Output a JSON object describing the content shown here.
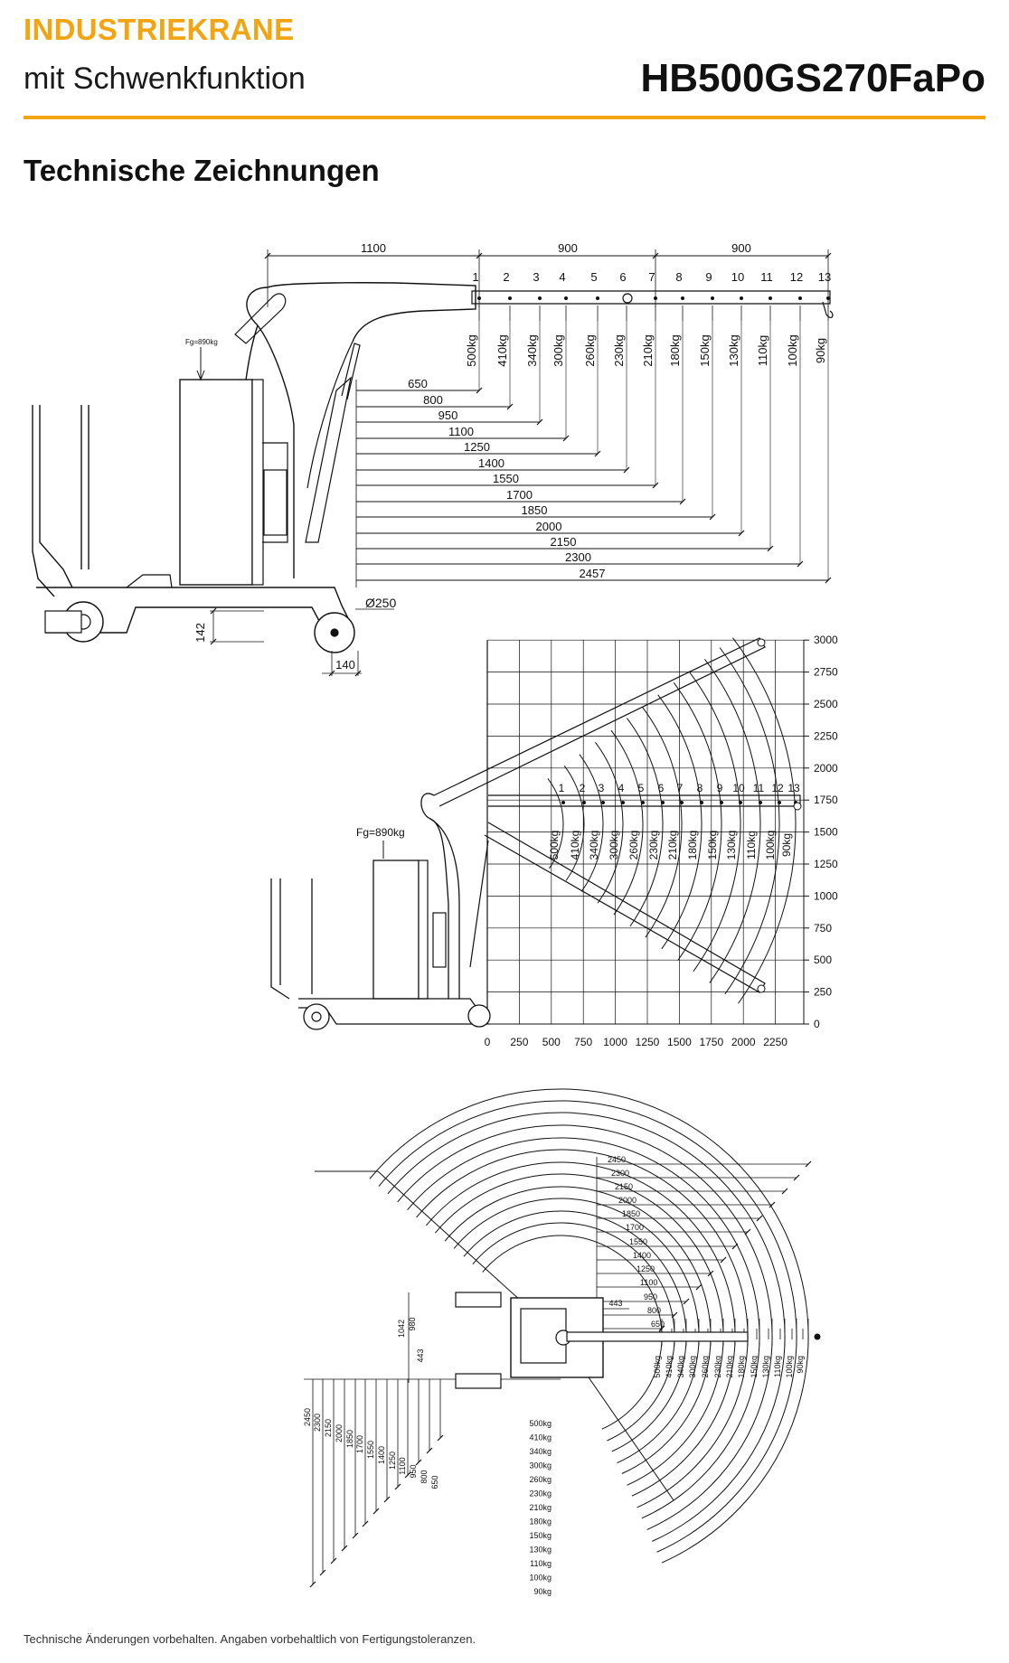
{
  "header": {
    "category": "INDUSTRIEKRANE",
    "subtitle": "mit Schwenkfunktion",
    "model": "HB500GS270FaPo",
    "accent_color": "#f2a413"
  },
  "section_title": "Technische Zeichnungen",
  "footer": "Technische Änderungen vorbehalten. Angaben vorbehaltlich von Fertigungstoleranzen.",
  "side_view": {
    "top_dims": [
      "1100",
      "900",
      "900"
    ],
    "positions": [
      "1",
      "2",
      "3",
      "4",
      "5",
      "6",
      "7",
      "8",
      "9",
      "10",
      "11",
      "12",
      "13"
    ],
    "loads": [
      "500kg",
      "410kg",
      "340kg",
      "300kg",
      "260kg",
      "230kg",
      "210kg",
      "180kg",
      "150kg",
      "130kg",
      "110kg",
      "100kg",
      "90kg"
    ],
    "reach": [
      "650",
      "800",
      "950",
      "1100",
      "1250",
      "1400",
      "1550",
      "1700",
      "1850",
      "2000",
      "2150",
      "2300",
      "2457"
    ],
    "weight_label": "Fg=890kg",
    "wheel_label": "Ø250",
    "dim_142": "142",
    "dim_140": "140"
  },
  "range_chart": {
    "y_ticks": [
      "0",
      "250",
      "500",
      "750",
      "1000",
      "1250",
      "1500",
      "1750",
      "2000",
      "2250",
      "2500",
      "2750",
      "3000"
    ],
    "x_ticks": [
      "0",
      "250",
      "500",
      "750",
      "1000",
      "1250",
      "1500",
      "1750",
      "2000",
      "2250"
    ],
    "weight_label": "Fg=890kg"
  },
  "top_view": {
    "radii": [
      "2450",
      "2300",
      "2150",
      "2000",
      "1850",
      "1700",
      "1550",
      "1400",
      "1250",
      "1100",
      "950",
      "800",
      "650"
    ],
    "dim_443": "443",
    "dim_1042": "1042",
    "dim_980": "980",
    "dim_443b": "443"
  }
}
